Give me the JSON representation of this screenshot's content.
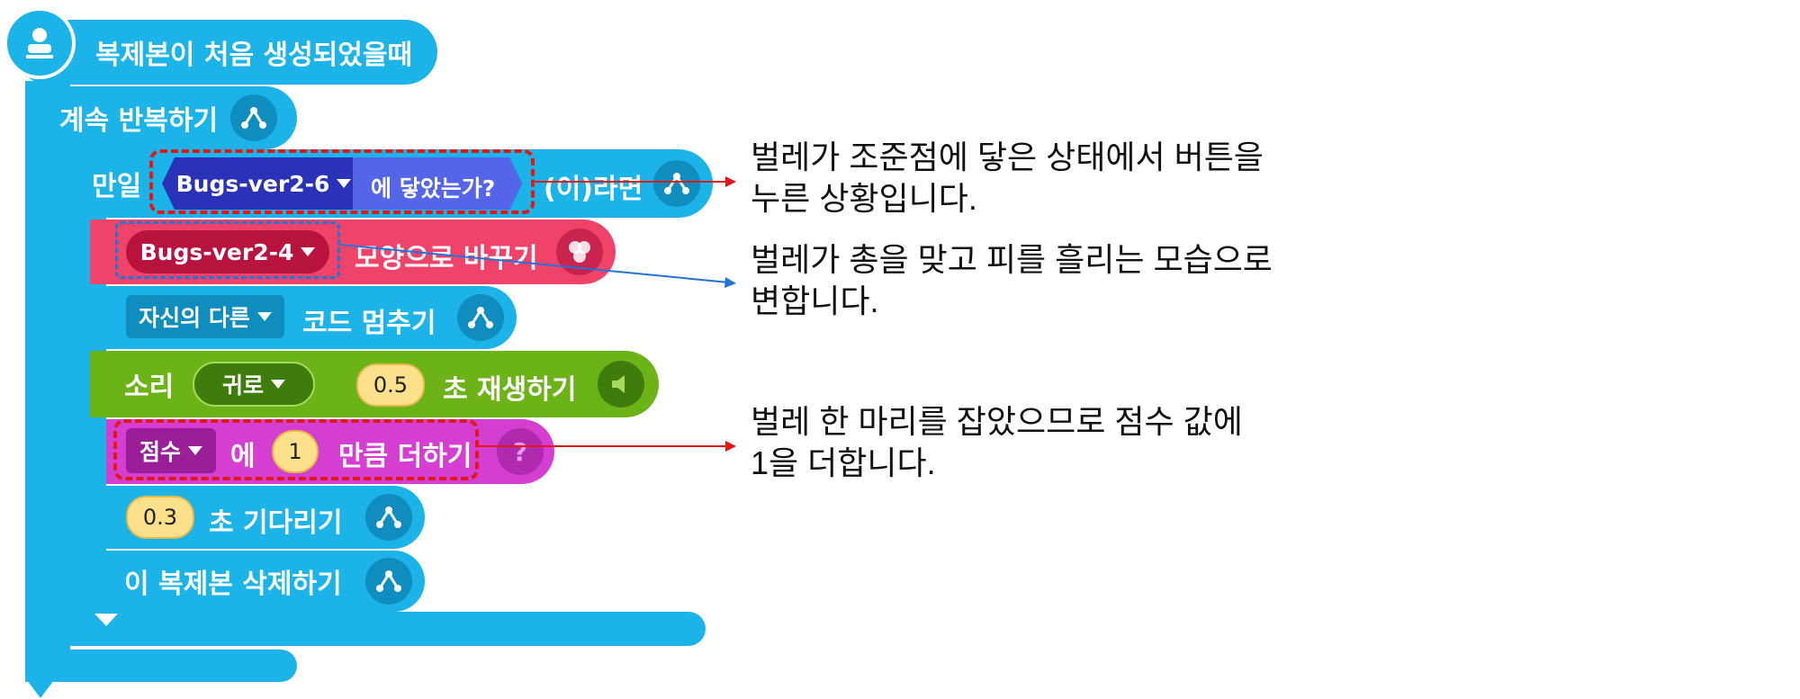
{
  "colors": {
    "flow_blue": "#1cb3e8",
    "flow_blue_dark": "#0f8dbf",
    "looks_red": "#f0436a",
    "looks_red_dark": "#b8133f",
    "sound_green": "#6cb318",
    "sound_green_dark": "#3e7c0c",
    "var_magenta": "#d43ed1",
    "var_magenta_dark": "#9a1e98",
    "judge_blue": "#5565e8",
    "judge_blue_dark": "#2a33b8",
    "num_yellow": "#fde08c",
    "annotation_red": "#e01818",
    "annotation_blue": "#2173d6"
  },
  "blocks": {
    "hat_label": "복제본이 처음 생성되었을때",
    "hat_icon": "clone-icon",
    "loop_label": "계속 반복하기",
    "if_label": "만일",
    "if_suffix": "(이)라면",
    "touch_target": "Bugs-ver2-6",
    "touch_label": "에 닿았는가?",
    "shape_target": "Bugs-ver2-4",
    "shape_label": "모양으로 바꾸기",
    "stop_target": "자신의 다른",
    "stop_label": "코드 멈추기",
    "sound_label": "소리",
    "sound_target": "귀로",
    "sound_seconds": "0.5",
    "sound_suffix": "초 재생하기",
    "var_target": "점수",
    "var_label": "에",
    "var_value": "1",
    "var_suffix": "만큼 더하기",
    "wait_seconds": "0.3",
    "wait_label": "초 기다리기",
    "delete_label": "이 복제본 삭제하기"
  },
  "annotations": {
    "touch_line1": "벌레가 조준점에 닿은 상태에서 버튼을",
    "touch_line2": "누른 상황입니다.",
    "shape_line1": "벌레가 총을 맞고 피를 흘리는 모습으로",
    "shape_line2": "변합니다.",
    "score_line1": "벌레 한 마리를 잡았으므로 점수 값에",
    "score_line2": "1을 더합니다."
  }
}
